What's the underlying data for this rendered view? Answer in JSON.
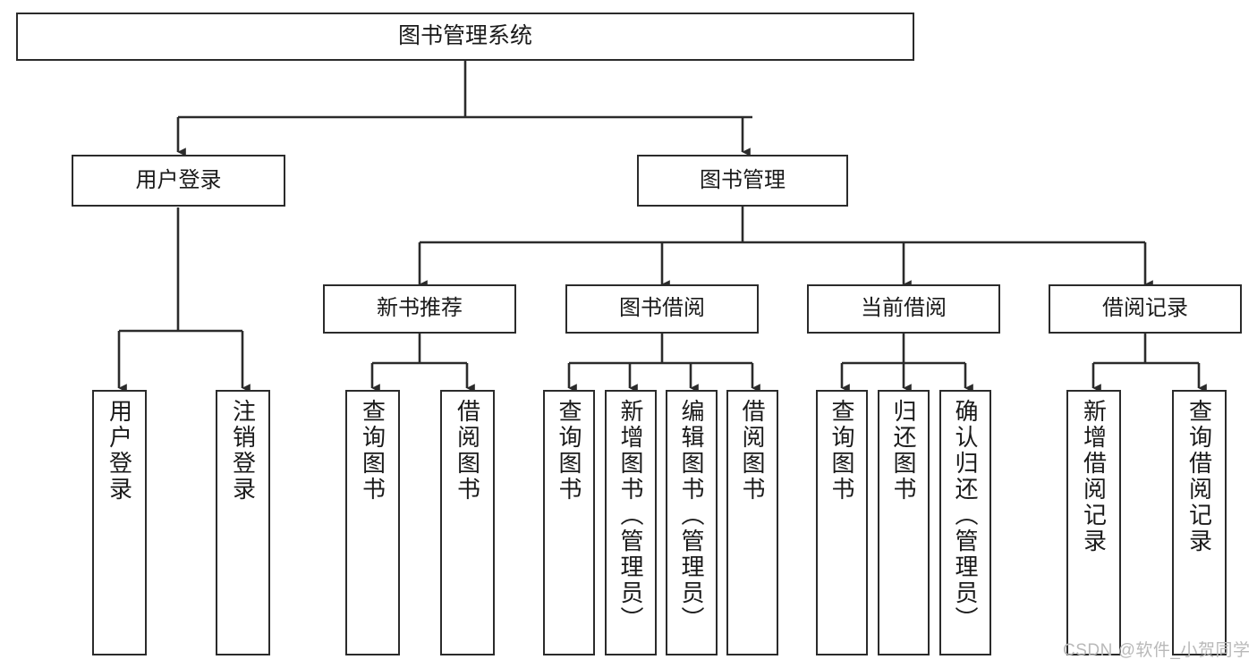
{
  "diagram": {
    "title": "图书管理系统",
    "type": "tree",
    "watermark": "CSDN @软件_小贺同学",
    "colors": {
      "stroke": "#2b2b2b",
      "fill": "#ffffff",
      "text": "#1a1a1a",
      "watermark": "#b9b9b9"
    }
  },
  "nodes": {
    "root": {
      "label": "图书管理系统"
    },
    "level2": [
      {
        "id": "user-login",
        "label": "用户登录"
      },
      {
        "id": "book-manage",
        "label": "图书管理"
      }
    ],
    "level3": [
      {
        "id": "new-book-recommend",
        "label": "新书推荐"
      },
      {
        "id": "book-borrow",
        "label": "图书借阅"
      },
      {
        "id": "current-borrow",
        "label": "当前借阅"
      },
      {
        "id": "borrow-record",
        "label": "借阅记录"
      }
    ],
    "leaves": {
      "user-login": [
        {
          "id": "leaf-user-login",
          "label": "用户登录"
        },
        {
          "id": "leaf-user-logout",
          "label": "注销登录"
        }
      ],
      "new-book-recommend": [
        {
          "id": "leaf-query-book-1",
          "label": "查询图书"
        },
        {
          "id": "leaf-borrow-book-1",
          "label": "借阅图书"
        }
      ],
      "book-borrow": [
        {
          "id": "leaf-query-book-2",
          "label": "查询图书"
        },
        {
          "id": "leaf-add-book",
          "label": "新增图书（管理员）"
        },
        {
          "id": "leaf-edit-book",
          "label": "编辑图书（管理员）"
        },
        {
          "id": "leaf-borrow-book-2",
          "label": "借阅图书"
        }
      ],
      "current-borrow": [
        {
          "id": "leaf-query-book-3",
          "label": "查询图书"
        },
        {
          "id": "leaf-return-book",
          "label": "归还图书"
        },
        {
          "id": "leaf-confirm-return",
          "label": "确认归还（管理员）"
        }
      ],
      "borrow-record": [
        {
          "id": "leaf-add-record",
          "label": "新增借阅记录"
        },
        {
          "id": "leaf-query-record",
          "label": "查询借阅记录"
        }
      ]
    }
  }
}
